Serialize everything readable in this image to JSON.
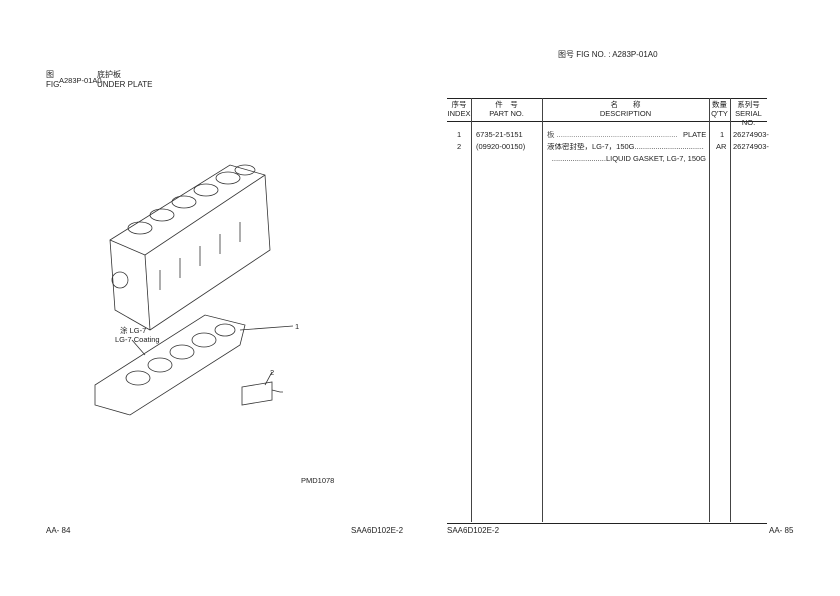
{
  "left_page": {
    "fig_label_cn": "图",
    "fig_label_en": "FIG.",
    "fig_no": "A283P-01A0",
    "title_cn": "底护板",
    "title_en": "UNDER PLATE",
    "callouts": [
      "1",
      "2"
    ],
    "coating_note_cn": "涂 LG-7",
    "coating_note_en": "LG-7 Coating",
    "drawing_id": "PMD1078",
    "footer_page": "AA- 84",
    "footer_model": "SAA6D102E-2"
  },
  "right_page": {
    "fig_header": "图号  FIG NO.  :  A283P-01A0",
    "columns": [
      {
        "cn": "序号",
        "en": "INDEX"
      },
      {
        "cn": "件　号",
        "en": "PART NO."
      },
      {
        "cn": "名　　称",
        "en": "DESCRIPTION"
      },
      {
        "cn": "数量",
        "en": "Q'TY"
      },
      {
        "cn": "系列号",
        "en": "SERIAL NO."
      }
    ],
    "rows": [
      {
        "index": "1",
        "part_no": "6735-21-5151",
        "desc_cn": "板 ......................................................................",
        "desc_en": "PLATE",
        "qty": "1",
        "serial": "26274903-"
      },
      {
        "index": "2",
        "part_no": "(09920-00150)",
        "desc_cn": "液体密封垫，LG-7，150G........................................",
        "desc_en": "..........................LIQUID GASKET, LG-7, 150G",
        "qty": "AR",
        "serial": "26274903-"
      }
    ],
    "footer_model": "SAA6D102E-2",
    "footer_page": "AA- 85"
  }
}
